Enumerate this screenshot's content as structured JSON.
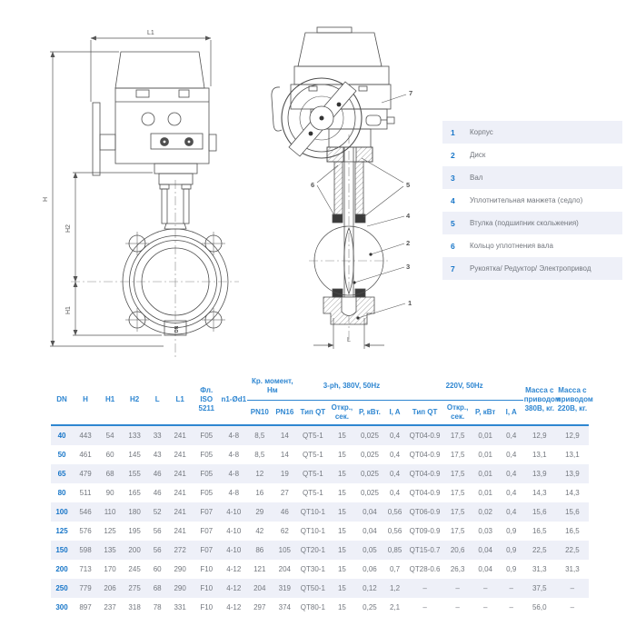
{
  "colors": {
    "accent_blue": "#2e86d1",
    "dn_blue": "#1876c8",
    "row_shade": "#eef0f8",
    "text_gray": "#73777e",
    "line_gray": "#4f4f4f"
  },
  "drawing": {
    "front": {
      "l1": "L1",
      "h": "H",
      "h2": "H2",
      "h1": "H1",
      "dn_mark": "DN"
    },
    "side": {
      "l": "L",
      "c1": "1",
      "c2": "2",
      "c3": "3",
      "c4": "4",
      "c5": "5",
      "c6": "6",
      "c7": "7"
    }
  },
  "legend": {
    "items": [
      {
        "num": "1",
        "label": "Корпус"
      },
      {
        "num": "2",
        "label": "Диск"
      },
      {
        "num": "3",
        "label": "Вал"
      },
      {
        "num": "4",
        "label": "Уплотнительная манжета (седло)"
      },
      {
        "num": "5",
        "label": "Втулка (подшипник скольжения)"
      },
      {
        "num": "6",
        "label": "Кольцо уплотнения вала"
      },
      {
        "num": "7",
        "label": "Рукоятка/ Редуктор/ Электропривод"
      }
    ]
  },
  "table": {
    "headers": {
      "dn": "DN",
      "h": "H",
      "h1": "H1",
      "h2": "H2",
      "l": "L",
      "l1": "L1",
      "flange": "Фл. ISO 5211",
      "n1od1": "n1-Ød1",
      "torque_group": "Кр. момент, Нм",
      "torque_sub": [
        "PN10",
        "PN16"
      ],
      "g380": "3-ph, 380V, 50Hz",
      "g380_sub": [
        "Тип QT",
        "Откр., сек.",
        "P, кВт.",
        "I, A"
      ],
      "g220": "220V, 50Hz",
      "g220_sub": [
        "Тип QT",
        "Откр., сек.",
        "P, кВт",
        "I, A"
      ],
      "mass380": "Масса с приводом 380В, кг.",
      "mass220": "Масса с приводом 220В, кг."
    },
    "rows": [
      [
        "40",
        "443",
        "54",
        "133",
        "33",
        "241",
        "F05",
        "4-8",
        "8,5",
        "14",
        "QT5-1",
        "15",
        "0,025",
        "0,4",
        "QT04-0.9",
        "17,5",
        "0,01",
        "0,4",
        "12,9",
        "12,9"
      ],
      [
        "50",
        "461",
        "60",
        "145",
        "43",
        "241",
        "F05",
        "4-8",
        "8,5",
        "14",
        "QT5-1",
        "15",
        "0,025",
        "0,4",
        "QT04-0.9",
        "17,5",
        "0,01",
        "0,4",
        "13,1",
        "13,1"
      ],
      [
        "65",
        "479",
        "68",
        "155",
        "46",
        "241",
        "F05",
        "4-8",
        "12",
        "19",
        "QT5-1",
        "15",
        "0,025",
        "0,4",
        "QT04-0.9",
        "17,5",
        "0,01",
        "0,4",
        "13,9",
        "13,9"
      ],
      [
        "80",
        "511",
        "90",
        "165",
        "46",
        "241",
        "F05",
        "4-8",
        "16",
        "27",
        "QT5-1",
        "15",
        "0,025",
        "0,4",
        "QT04-0.9",
        "17,5",
        "0,01",
        "0,4",
        "14,3",
        "14,3"
      ],
      [
        "100",
        "546",
        "110",
        "180",
        "52",
        "241",
        "F07",
        "4-10",
        "29",
        "46",
        "QT10-1",
        "15",
        "0,04",
        "0,56",
        "QT06-0.9",
        "17,5",
        "0,02",
        "0,4",
        "15,6",
        "15,6"
      ],
      [
        "125",
        "576",
        "125",
        "195",
        "56",
        "241",
        "F07",
        "4-10",
        "42",
        "62",
        "QT10-1",
        "15",
        "0,04",
        "0,56",
        "QT09-0.9",
        "17,5",
        "0,03",
        "0,9",
        "16,5",
        "16,5"
      ],
      [
        "150",
        "598",
        "135",
        "200",
        "56",
        "272",
        "F07",
        "4-10",
        "86",
        "105",
        "QT20-1",
        "15",
        "0,05",
        "0,85",
        "QT15-0.7",
        "20,6",
        "0,04",
        "0,9",
        "22,5",
        "22,5"
      ],
      [
        "200",
        "713",
        "170",
        "245",
        "60",
        "290",
        "F10",
        "4-12",
        "121",
        "204",
        "QT30-1",
        "15",
        "0,06",
        "0,7",
        "QT28-0.6",
        "26,3",
        "0,04",
        "0,9",
        "31,3",
        "31,3"
      ],
      [
        "250",
        "779",
        "206",
        "275",
        "68",
        "290",
        "F10",
        "4-12",
        "204",
        "319",
        "QT50-1",
        "15",
        "0,12",
        "1,2",
        "–",
        "–",
        "–",
        "–",
        "37,5",
        "–"
      ],
      [
        "300",
        "897",
        "237",
        "318",
        "78",
        "331",
        "F10",
        "4-12",
        "297",
        "374",
        "QT80-1",
        "15",
        "0,25",
        "2,1",
        "–",
        "–",
        "–",
        "–",
        "56,0",
        "–"
      ]
    ]
  }
}
